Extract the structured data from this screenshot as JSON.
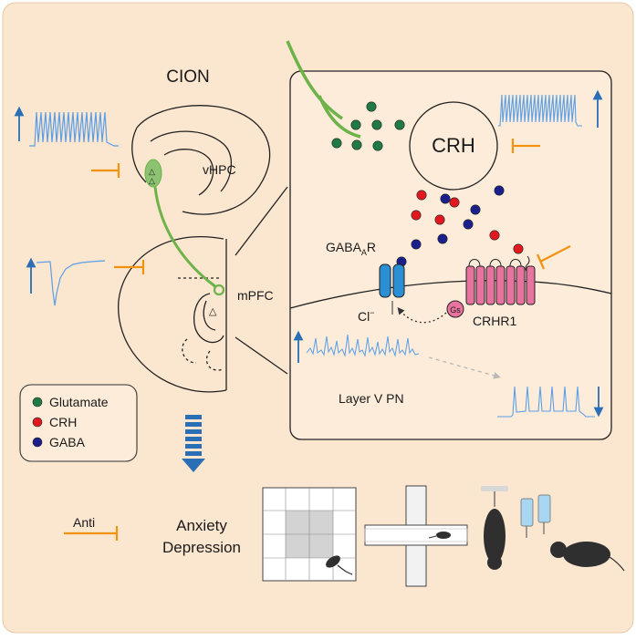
{
  "title": "CION",
  "regions": {
    "vhpc": "vHPC",
    "mpfc": "mPFC"
  },
  "inset": {
    "crh": "CRH",
    "gaba_receptor": {
      "main": "GABA",
      "sub": "A",
      "suffix": "R"
    },
    "chloride": {
      "main": "Cl",
      "sup": "−"
    },
    "gs": "Gs",
    "crhr1": "CRHR1",
    "layer": "Layer V PN"
  },
  "legend": [
    {
      "label": "Glutamate",
      "color": "#1f7a43"
    },
    {
      "label": "CRH",
      "color": "#e0191f"
    },
    {
      "label": "GABA",
      "color": "#1a1f8c"
    }
  ],
  "bottom": {
    "anti": "Anti",
    "line1": "Anxiety",
    "line2": "Depression"
  },
  "colors": {
    "background": "#fbe6cf",
    "inset_bg": "#fcecd9",
    "pathway": "#6db34a",
    "inhibit": "#f2920f",
    "trace": "#5b9ee8",
    "arrow": "#2a6fb5",
    "receptor_crhr1": "#e8739e",
    "receptor_gaba": "#2a8fd4"
  }
}
